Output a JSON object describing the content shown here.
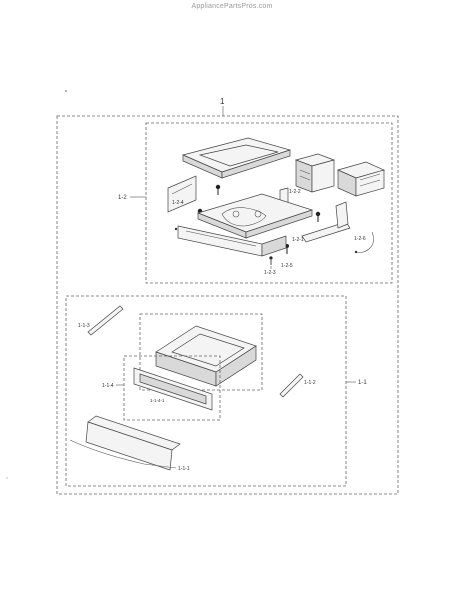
{
  "watermark": "AppliancePartsPros.com",
  "labels": {
    "top": "1",
    "l_1_2": "1-2",
    "l_1_2_2": "1-2-2",
    "l_1_2_4": "1-2-4",
    "l_1_2_1": "1-2-1",
    "l_1_2_3": "1-2-3",
    "l_1_2_5": "1-2-5",
    "l_1_2_6": "1-2-6",
    "l_1_1": "1-1",
    "l_1_1_3": "1-1-3",
    "l_1_1_4": "1-1-4",
    "l_1_1_4_1": "1-1-4-1",
    "l_1_1_2": "1-1-2",
    "l_1_1_1": "1-1-1"
  }
}
